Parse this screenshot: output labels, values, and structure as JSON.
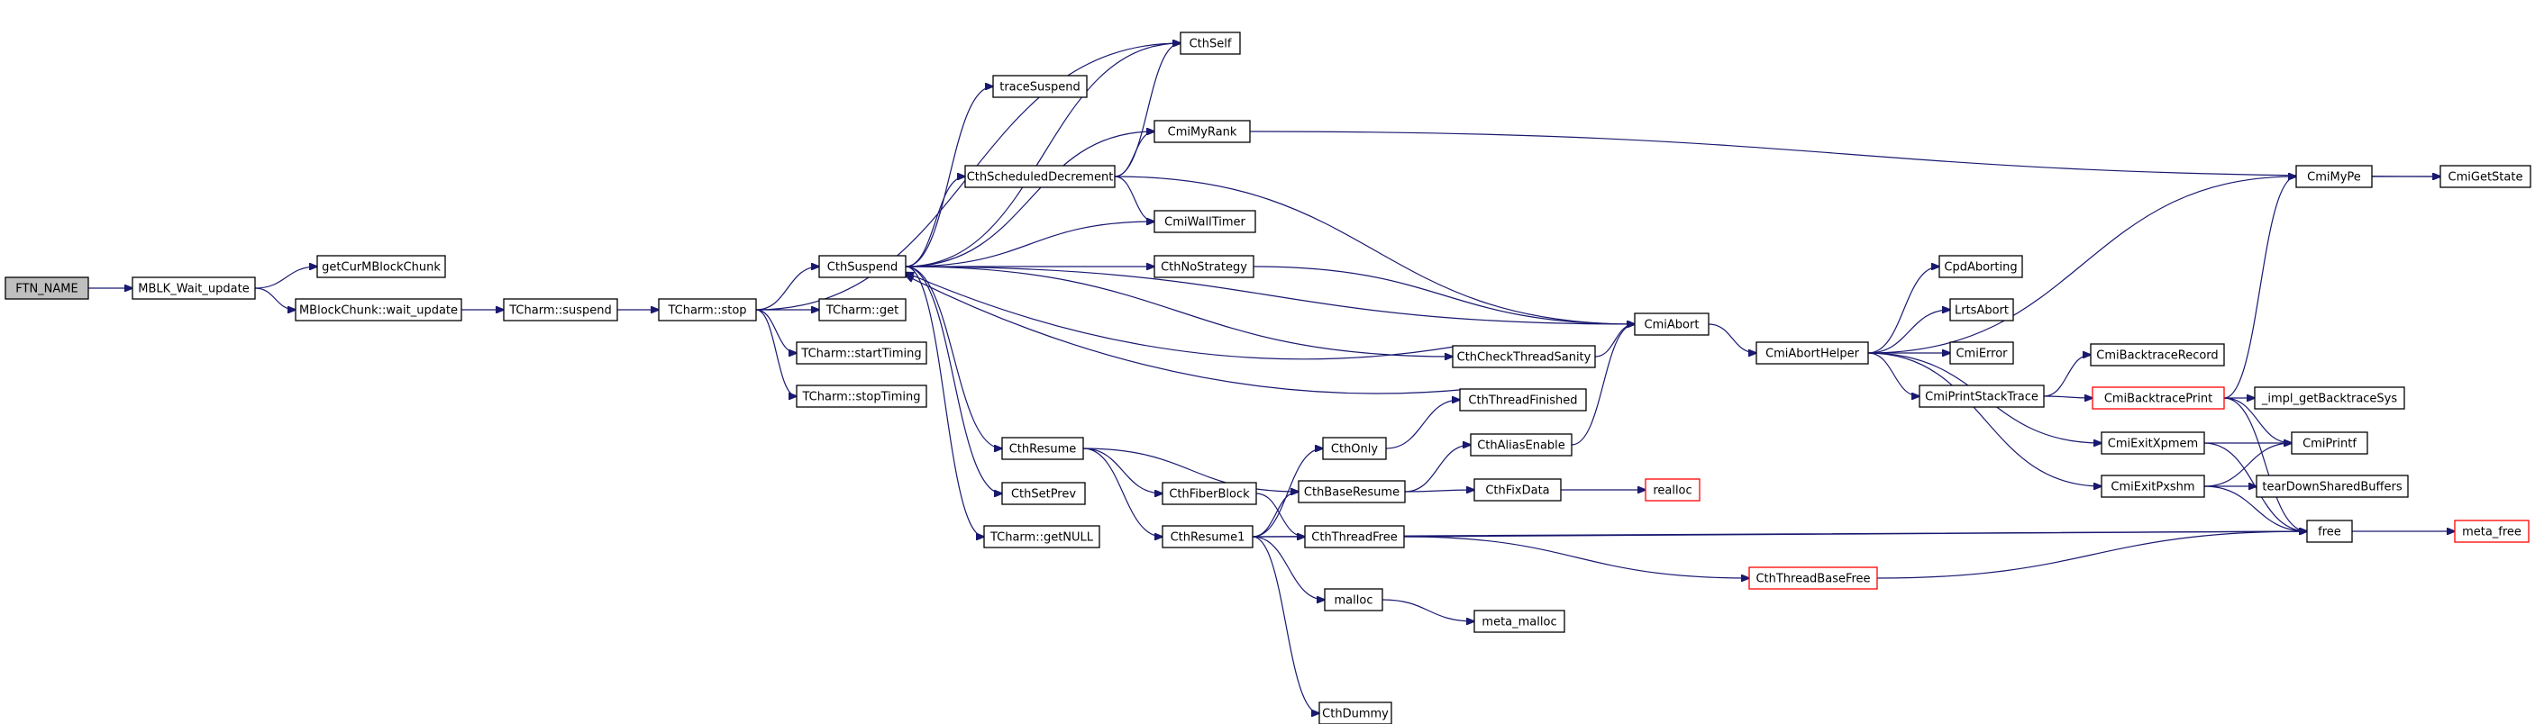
{
  "diagram": {
    "type": "call-graph",
    "colors": {
      "edge": "#191970",
      "node_border": "#000000",
      "root_fill": "#bfbfbf",
      "node_fill": "#ffffff",
      "truncated_border": "#ff0000"
    },
    "nodes": [
      {
        "id": "ftn_name",
        "label": "FTN_NAME",
        "style": "root"
      },
      {
        "id": "mblk_wait_update",
        "label": "MBLK_Wait_update",
        "style": "normal"
      },
      {
        "id": "getcurmblockchunk",
        "label": "getCurMBlockChunk",
        "style": "normal"
      },
      {
        "id": "mblockchunk_wait_update",
        "label": "MBlockChunk::wait_update",
        "style": "normal"
      },
      {
        "id": "tcharm_suspend",
        "label": "TCharm::suspend",
        "style": "normal"
      },
      {
        "id": "tcharm_stop",
        "label": "TCharm::stop",
        "style": "normal"
      },
      {
        "id": "cthsuspend",
        "label": "CthSuspend",
        "style": "normal"
      },
      {
        "id": "tcharm_get",
        "label": "TCharm::get",
        "style": "normal"
      },
      {
        "id": "tcharm_starttiming",
        "label": "TCharm::startTiming",
        "style": "normal"
      },
      {
        "id": "tcharm_stoptiming",
        "label": "TCharm::stopTiming",
        "style": "normal"
      },
      {
        "id": "cthself",
        "label": "CthSelf",
        "style": "normal"
      },
      {
        "id": "tracesuspend",
        "label": "traceSuspend",
        "style": "normal"
      },
      {
        "id": "cthscheduleddecrement",
        "label": "CthScheduledDecrement",
        "style": "normal"
      },
      {
        "id": "cmimyrank",
        "label": "CmiMyRank",
        "style": "normal"
      },
      {
        "id": "cmiwalltimer",
        "label": "CmiWallTimer",
        "style": "normal"
      },
      {
        "id": "cthnostrategy",
        "label": "CthNoStrategy",
        "style": "normal"
      },
      {
        "id": "cthcheckthreadsanity",
        "label": "CthCheckThreadSanity",
        "style": "normal"
      },
      {
        "id": "cththreadfinished",
        "label": "CthThreadFinished",
        "style": "normal"
      },
      {
        "id": "cthresume",
        "label": "CthResume",
        "style": "normal"
      },
      {
        "id": "cthsetprev",
        "label": "CthSetPrev",
        "style": "normal"
      },
      {
        "id": "tcharm_getnull",
        "label": "TCharm::getNULL",
        "style": "normal"
      },
      {
        "id": "cthfiberblock",
        "label": "CthFiberBlock",
        "style": "normal"
      },
      {
        "id": "cthresume1",
        "label": "CthResume1",
        "style": "normal"
      },
      {
        "id": "cthonly",
        "label": "CthOnly",
        "style": "normal"
      },
      {
        "id": "cthbaseresume",
        "label": "CthBaseResume",
        "style": "normal"
      },
      {
        "id": "cththreadfree",
        "label": "CthThreadFree",
        "style": "normal"
      },
      {
        "id": "malloc",
        "label": "malloc",
        "style": "normal"
      },
      {
        "id": "meta_malloc",
        "label": "meta_malloc",
        "style": "normal"
      },
      {
        "id": "cthdummy",
        "label": "CthDummy",
        "style": "normal"
      },
      {
        "id": "cthaliasenable",
        "label": "CthAliasEnable",
        "style": "normal"
      },
      {
        "id": "cthfixdata",
        "label": "CthFixData",
        "style": "normal"
      },
      {
        "id": "realloc",
        "label": "realloc",
        "style": "truncated"
      },
      {
        "id": "cththreadbasefree",
        "label": "CthThreadBaseFree",
        "style": "truncated"
      },
      {
        "id": "cmiabort",
        "label": "CmiAbort",
        "style": "normal"
      },
      {
        "id": "cmiaborthelper",
        "label": "CmiAbortHelper",
        "style": "normal"
      },
      {
        "id": "cpdaborting",
        "label": "CpdAborting",
        "style": "normal"
      },
      {
        "id": "lrtsabort",
        "label": "LrtsAbort",
        "style": "normal"
      },
      {
        "id": "cmierror",
        "label": "CmiError",
        "style": "normal"
      },
      {
        "id": "cmiprintstacktrace",
        "label": "CmiPrintStackTrace",
        "style": "normal"
      },
      {
        "id": "cmibacktracerecord",
        "label": "CmiBacktraceRecord",
        "style": "normal"
      },
      {
        "id": "cmibacktraceprint",
        "label": "CmiBacktracePrint",
        "style": "truncated"
      },
      {
        "id": "impl_getbacktracesys",
        "label": "_impl_getBacktraceSys",
        "style": "normal"
      },
      {
        "id": "cmiexitxpmem",
        "label": "CmiExitXpmem",
        "style": "normal"
      },
      {
        "id": "cmiexitpxshm",
        "label": "CmiExitPxshm",
        "style": "normal"
      },
      {
        "id": "cmiprintf",
        "label": "CmiPrintf",
        "style": "normal"
      },
      {
        "id": "teardownsharedbuffers",
        "label": "tearDownSharedBuffers",
        "style": "normal"
      },
      {
        "id": "free",
        "label": "free",
        "style": "normal"
      },
      {
        "id": "meta_free",
        "label": "meta_free",
        "style": "truncated"
      },
      {
        "id": "cmimype",
        "label": "CmiMyPe",
        "style": "normal"
      },
      {
        "id": "cmigetstate",
        "label": "CmiGetState",
        "style": "normal"
      }
    ],
    "edges": [
      {
        "from": "ftn_name",
        "to": "mblk_wait_update"
      },
      {
        "from": "mblk_wait_update",
        "to": "getcurmblockchunk"
      },
      {
        "from": "mblk_wait_update",
        "to": "mblockchunk_wait_update"
      },
      {
        "from": "mblockchunk_wait_update",
        "to": "tcharm_suspend"
      },
      {
        "from": "tcharm_suspend",
        "to": "tcharm_stop"
      },
      {
        "from": "tcharm_stop",
        "to": "cthsuspend"
      },
      {
        "from": "tcharm_stop",
        "to": "tcharm_get"
      },
      {
        "from": "tcharm_stop",
        "to": "tcharm_starttiming"
      },
      {
        "from": "tcharm_stop",
        "to": "tcharm_stoptiming"
      },
      {
        "from": "tcharm_stop",
        "to": "cthself"
      },
      {
        "from": "cthsuspend",
        "to": "cthself"
      },
      {
        "from": "cthsuspend",
        "to": "tracesuspend"
      },
      {
        "from": "cthsuspend",
        "to": "cthscheduleddecrement"
      },
      {
        "from": "cthsuspend",
        "to": "cmimyrank"
      },
      {
        "from": "cthsuspend",
        "to": "cmiwalltimer"
      },
      {
        "from": "cthsuspend",
        "to": "cthnostrategy"
      },
      {
        "from": "cthsuspend",
        "to": "cmiabort"
      },
      {
        "from": "cthsuspend",
        "to": "cthcheckthreadsanity"
      },
      {
        "from": "cthsuspend",
        "to": "cthresume"
      },
      {
        "from": "cthsuspend",
        "to": "cthsetprev"
      },
      {
        "from": "cthsuspend",
        "to": "tcharm_getnull"
      },
      {
        "from": "cthscheduleddecrement",
        "to": "cthself"
      },
      {
        "from": "cthscheduleddecrement",
        "to": "cmimyrank"
      },
      {
        "from": "cthscheduleddecrement",
        "to": "cmiwalltimer"
      },
      {
        "from": "cthscheduleddecrement",
        "to": "cmiabort"
      },
      {
        "from": "cmimyrank",
        "to": "cmigetstate"
      },
      {
        "from": "cthnostrategy",
        "to": "cmiabort"
      },
      {
        "from": "cthcheckthreadsanity",
        "to": "cthsuspend"
      },
      {
        "from": "cthcheckthreadsanity",
        "to": "cmiabort"
      },
      {
        "from": "cththreadfinished",
        "to": "cthsuspend"
      },
      {
        "from": "cthresume",
        "to": "cthfiberblock"
      },
      {
        "from": "cthresume",
        "to": "cthresume1"
      },
      {
        "from": "cthresume",
        "to": "cthbaseresume"
      },
      {
        "from": "cthresume1",
        "to": "cthonly"
      },
      {
        "from": "cthresume1",
        "to": "cthbaseresume"
      },
      {
        "from": "cthresume1",
        "to": "cththreadfree"
      },
      {
        "from": "cthresume1",
        "to": "malloc"
      },
      {
        "from": "cthresume1",
        "to": "cthdummy"
      },
      {
        "from": "cthresume1",
        "to": "free"
      },
      {
        "from": "cthfiberblock",
        "to": "cththreadfree"
      },
      {
        "from": "cthonly",
        "to": "cththreadfinished"
      },
      {
        "from": "cthbaseresume",
        "to": "cthaliasenable"
      },
      {
        "from": "cthbaseresume",
        "to": "cthfixdata"
      },
      {
        "from": "cthaliasenable",
        "to": "cmiabort"
      },
      {
        "from": "cthfixdata",
        "to": "realloc"
      },
      {
        "from": "cththreadfree",
        "to": "cththreadbasefree"
      },
      {
        "from": "cththreadfree",
        "to": "free"
      },
      {
        "from": "cththreadbasefree",
        "to": "free"
      },
      {
        "from": "malloc",
        "to": "meta_malloc"
      },
      {
        "from": "cmiabort",
        "to": "cmiaborthelper"
      },
      {
        "from": "cmiaborthelper",
        "to": "cmimype"
      },
      {
        "from": "cmiaborthelper",
        "to": "cpdaborting"
      },
      {
        "from": "cmiaborthelper",
        "to": "lrtsabort"
      },
      {
        "from": "cmiaborthelper",
        "to": "cmierror"
      },
      {
        "from": "cmiaborthelper",
        "to": "cmiprintstacktrace"
      },
      {
        "from": "cmiaborthelper",
        "to": "cmiexitxpmem"
      },
      {
        "from": "cmiaborthelper",
        "to": "cmiexitpxshm"
      },
      {
        "from": "cmiprintstacktrace",
        "to": "cmibacktracerecord"
      },
      {
        "from": "cmiprintstacktrace",
        "to": "cmibacktraceprint"
      },
      {
        "from": "cmibacktraceprint",
        "to": "cmimype"
      },
      {
        "from": "cmibacktraceprint",
        "to": "impl_getbacktracesys"
      },
      {
        "from": "cmibacktraceprint",
        "to": "cmiprintf"
      },
      {
        "from": "cmibacktraceprint",
        "to": "free"
      },
      {
        "from": "cmiexitxpmem",
        "to": "cmiprintf"
      },
      {
        "from": "cmiexitxpmem",
        "to": "free"
      },
      {
        "from": "cmiexitpxshm",
        "to": "cmiprintf"
      },
      {
        "from": "cmiexitpxshm",
        "to": "teardownsharedbuffers"
      },
      {
        "from": "cmiexitpxshm",
        "to": "free"
      },
      {
        "from": "free",
        "to": "meta_free"
      },
      {
        "from": "cmimype",
        "to": "cmigetstate"
      }
    ]
  }
}
